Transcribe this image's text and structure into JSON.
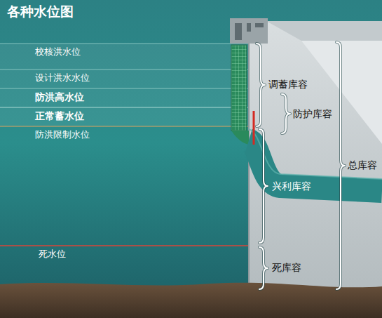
{
  "diagram": {
    "title": "各种水位图",
    "labels": [
      "校核洪水位",
      "设计洪水水位",
      "防洪高水位",
      "正常蓄水位",
      "防洪限制水位",
      "死水位",
      "调蓄库容",
      "防护库容",
      "兴利库容",
      "总库容",
      "死库容"
    ]
  }
}
